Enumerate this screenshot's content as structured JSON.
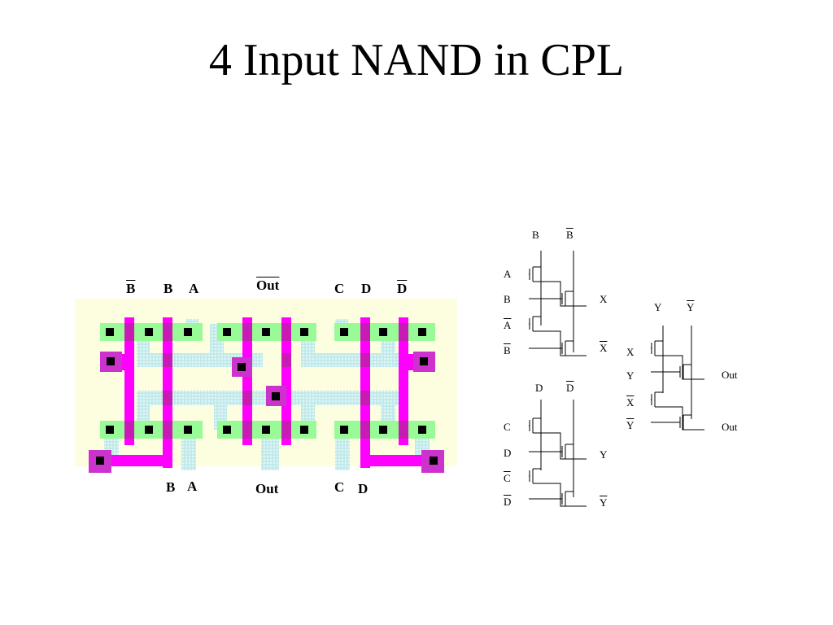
{
  "slide": {
    "title": "4 Input NAND in CPL"
  },
  "layout_labels": {
    "top": [
      "B",
      "B",
      "A",
      "Out",
      "C",
      "D",
      "D"
    ],
    "bottom": [
      "B",
      "A",
      "Out",
      "C",
      "D"
    ]
  },
  "schematic": {
    "gate_ab": {
      "col1": "B",
      "col2": "B",
      "rows": [
        "A",
        "B",
        "A",
        "B"
      ],
      "out1": "X",
      "out2": "X"
    },
    "gate_cd": {
      "col1": "D",
      "col2": "D",
      "rows": [
        "C",
        "D",
        "C",
        "D"
      ],
      "out1": "Y",
      "out2": "Y"
    },
    "gate_xy": {
      "col1": "Y",
      "col2": "Y",
      "rows": [
        "X",
        "Y",
        "X",
        "Y"
      ],
      "out1": "Out",
      "out2": "Out"
    }
  },
  "colors": {
    "background": "#fdfde0",
    "poly": "#ff00ff",
    "diffusion": "#98fb98",
    "metal": "#bfe8e8",
    "contact": "#000000",
    "well_contact": "#cc33cc"
  }
}
